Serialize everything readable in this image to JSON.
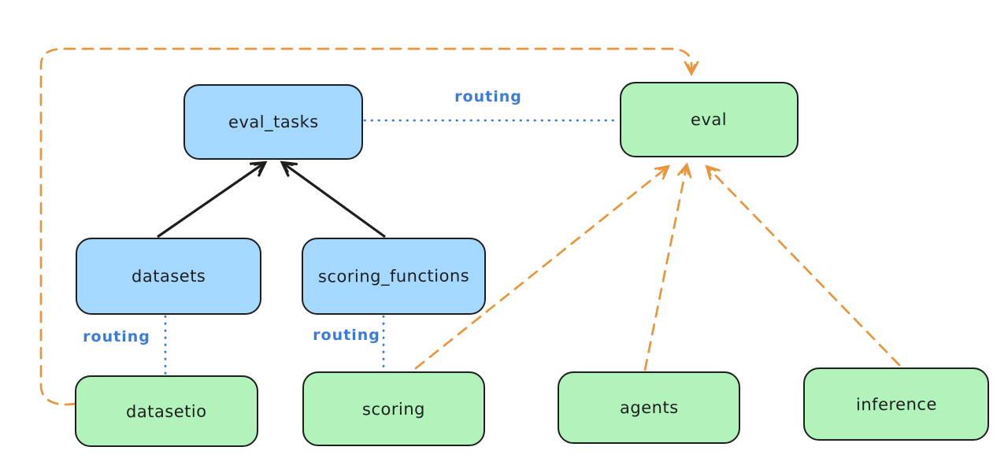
{
  "nodes": [
    {
      "id": "eval_tasks",
      "label": "eval_tasks",
      "color": "blue"
    },
    {
      "id": "eval",
      "label": "eval",
      "color": "green"
    },
    {
      "id": "datasets",
      "label": "datasets",
      "color": "blue"
    },
    {
      "id": "scoring_functions",
      "label": "scoring_functions",
      "color": "blue"
    },
    {
      "id": "datasetio",
      "label": "datasetio",
      "color": "green"
    },
    {
      "id": "scoring",
      "label": "scoring",
      "color": "green"
    },
    {
      "id": "agents",
      "label": "agents",
      "color": "green"
    },
    {
      "id": "inference",
      "label": "inference",
      "color": "green"
    }
  ],
  "edges": [
    {
      "from": "datasets",
      "to": "eval_tasks",
      "style": "solid-arrow",
      "color": "black",
      "label": ""
    },
    {
      "from": "scoring_functions",
      "to": "eval_tasks",
      "style": "solid-arrow",
      "color": "black",
      "label": ""
    },
    {
      "from": "eval_tasks",
      "to": "eval",
      "style": "dotted",
      "color": "blue",
      "label": "routing"
    },
    {
      "from": "datasets",
      "to": "datasetio",
      "style": "dotted",
      "color": "blue",
      "label": "routing"
    },
    {
      "from": "scoring_functions",
      "to": "scoring",
      "style": "dotted",
      "color": "blue",
      "label": "routing"
    },
    {
      "from": "datasetio",
      "to": "eval",
      "style": "dashed-arrow",
      "color": "orange",
      "label": ""
    },
    {
      "from": "scoring",
      "to": "eval",
      "style": "dashed-arrow",
      "color": "orange",
      "label": ""
    },
    {
      "from": "agents",
      "to": "eval",
      "style": "dashed-arrow",
      "color": "orange",
      "label": ""
    },
    {
      "from": "inference",
      "to": "eval",
      "style": "dashed-arrow",
      "color": "orange",
      "label": ""
    }
  ],
  "colors": {
    "blue_fill": "#a5d8ff",
    "green_fill": "#b2f2bb",
    "node_border": "#1e1e1e",
    "black_arrow": "#1e1e1e",
    "orange_arrow": "#e8953c",
    "blue_line": "#3b7cd6",
    "background": "#ffffff"
  }
}
